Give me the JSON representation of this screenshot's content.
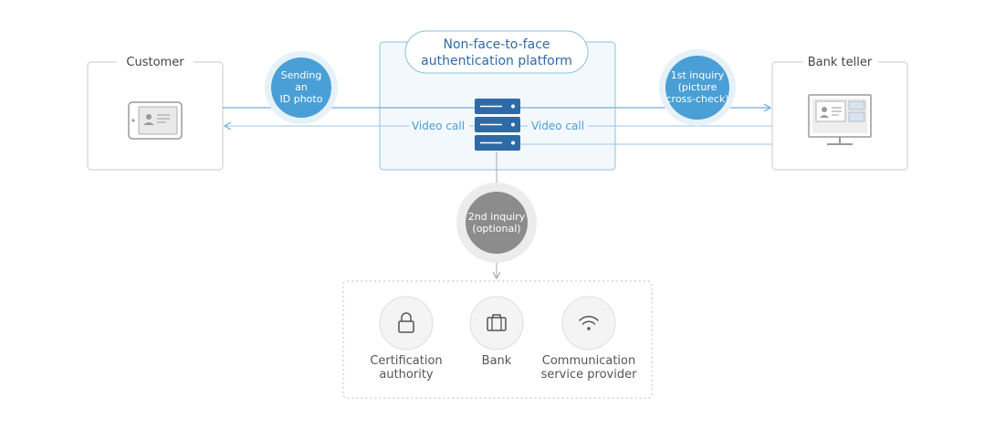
{
  "customer": {
    "label": "Customer"
  },
  "teller": {
    "label": "Bank teller"
  },
  "platform": {
    "title_line1": "Non-face-to-face",
    "title_line2": "authentication platform"
  },
  "steps": {
    "send": {
      "line1": "Sending",
      "line2": "an",
      "line3": "ID photo"
    },
    "first": {
      "line1": "1st inquiry",
      "line2": "(picture",
      "line3": "cross-check)"
    },
    "second": {
      "line1": "2nd inquiry",
      "line2": "(optional)"
    }
  },
  "video_call": {
    "left": "Video call",
    "right": "Video call"
  },
  "providers": [
    {
      "line1": "Certification",
      "line2": "authority",
      "icon": "lock-icon"
    },
    {
      "line1": "Bank",
      "line2": "",
      "icon": "briefcase-icon"
    },
    {
      "line1": "Communication",
      "line2": "service provider",
      "icon": "wifi-icon"
    }
  ],
  "colors": {
    "accent_blue": "#4a9fd6",
    "server_blue": "#2f6aa8",
    "platform_bg": "#f2f8fc",
    "gray_circle": "#8c8c8c",
    "line_blue": "#6fb0da"
  }
}
